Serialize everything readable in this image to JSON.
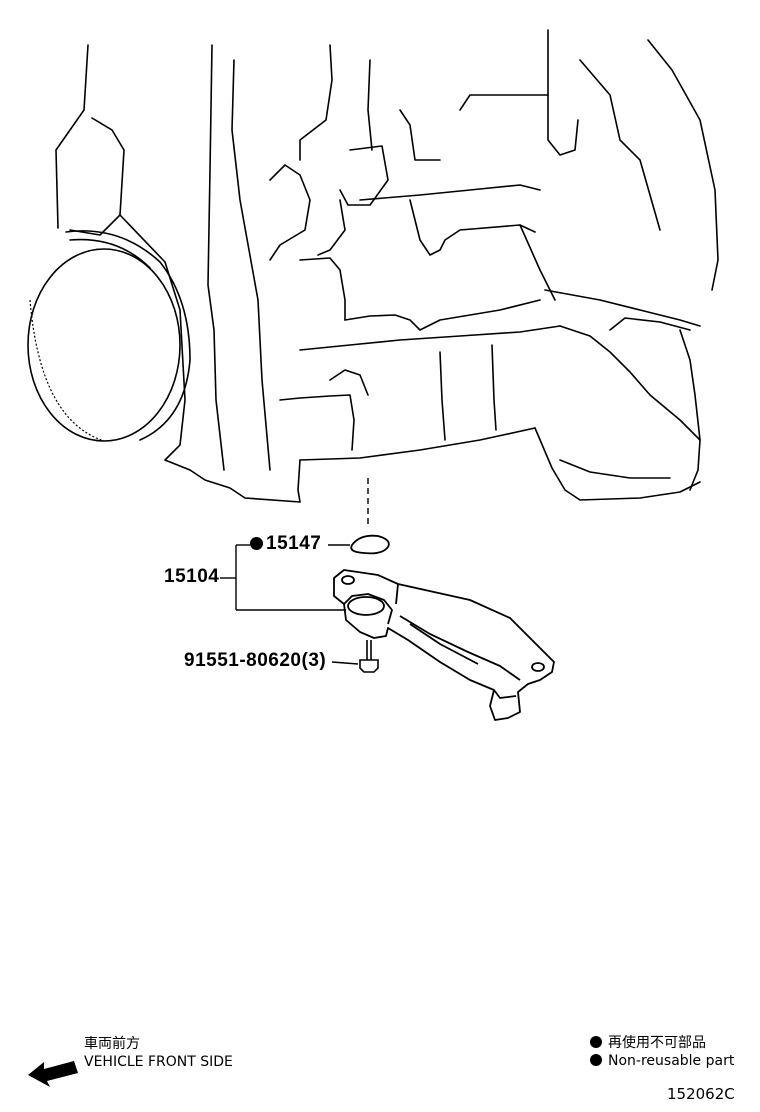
{
  "parts": {
    "gasket": {
      "number": "15147",
      "non_reusable": true
    },
    "oil_pan_support": {
      "number": "15104"
    },
    "bolt": {
      "number": "91551-80620",
      "quantity": "(3)"
    }
  },
  "orientation": {
    "label_jp": "車両前方",
    "label_en": "VEHICLE FRONT SIDE",
    "icon": "front-arrow-icon"
  },
  "legend": {
    "label_jp": "再使用不可部品",
    "label_en": "Non-reusable part",
    "icon": "filled-dot-icon"
  },
  "illustration_id": "152062C",
  "colors": {
    "line": "#000000",
    "background": "#ffffff"
  }
}
